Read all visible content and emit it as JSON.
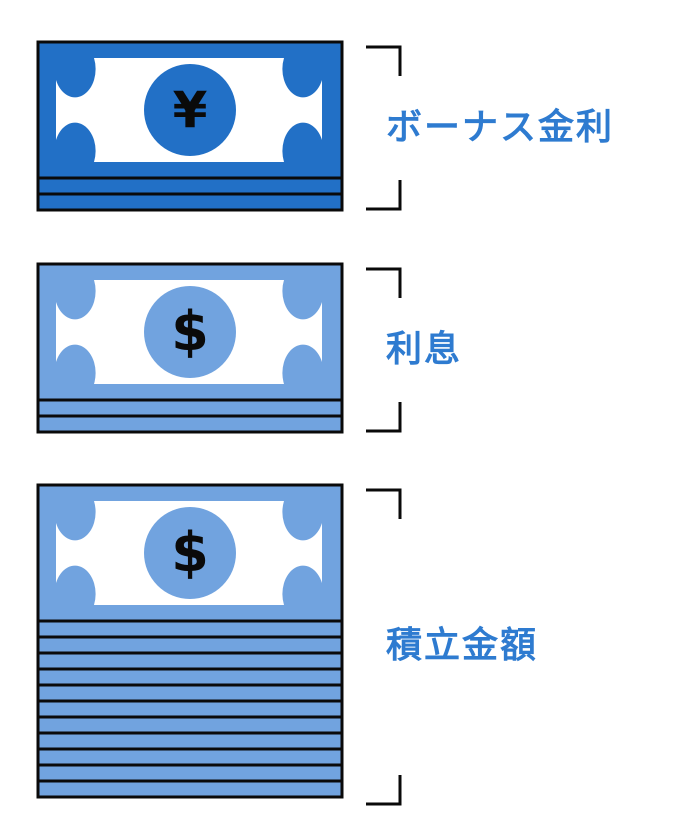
{
  "colors": {
    "dark_blue": "#2270c6",
    "light_blue": "#71a3df",
    "outline": "#0a0a0a",
    "bill_center": "#ffffff",
    "label_text": "#2e7bd0"
  },
  "sections": [
    {
      "label": "ボーナス金利",
      "currency_symbol": "¥",
      "bill_color": "dark_blue",
      "extra_bill_layers": 2,
      "icon": "yen-banknote-icon"
    },
    {
      "label": "利息",
      "currency_symbol": "$",
      "bill_color": "light_blue",
      "extra_bill_layers": 2,
      "icon": "dollar-banknote-icon"
    },
    {
      "label": "積立金額",
      "currency_symbol": "$",
      "bill_color": "light_blue",
      "extra_bill_layers": 11,
      "icon": "dollar-banknote-icon"
    }
  ]
}
